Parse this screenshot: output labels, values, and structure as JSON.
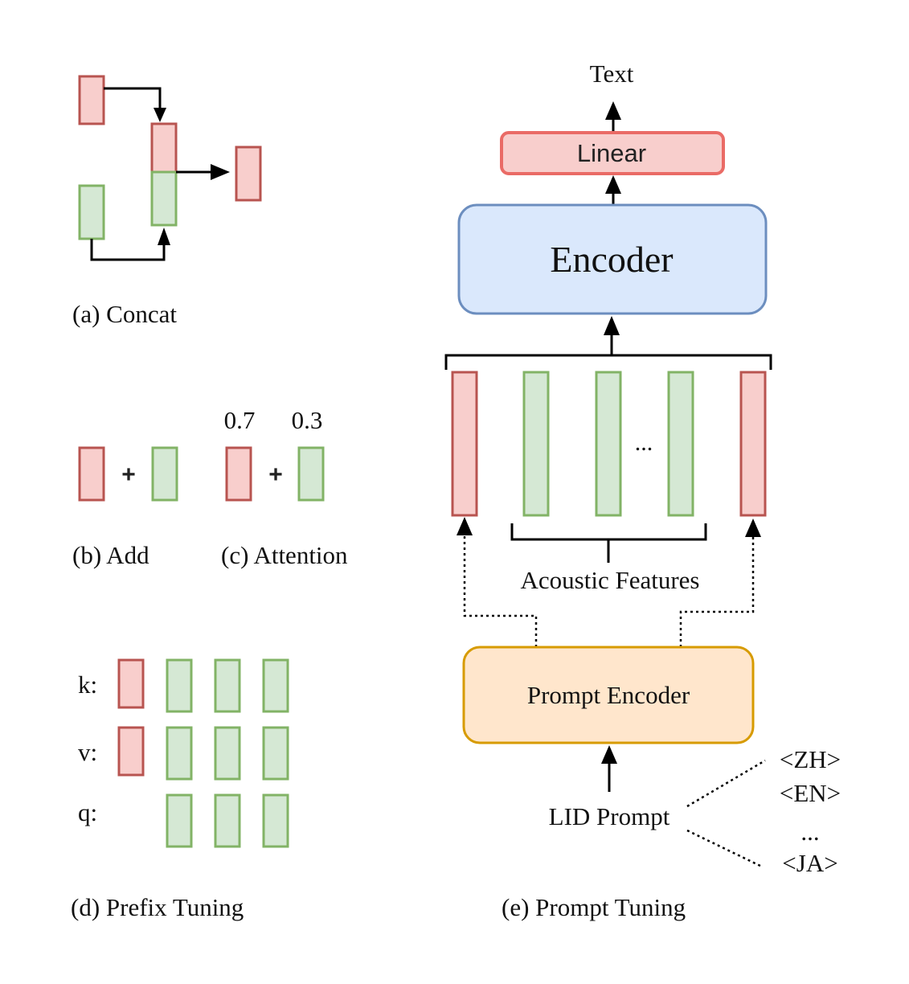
{
  "panel_a": {
    "caption": "(a) Concat"
  },
  "panel_b": {
    "operator": "+",
    "caption": "(b) Add"
  },
  "panel_c": {
    "weight_left": "0.7",
    "weight_right": "0.3",
    "operator": "+",
    "caption": "(c) Attention"
  },
  "panel_d": {
    "row_k": "k:",
    "row_v": "v:",
    "row_q": "q:",
    "caption": "(d) Prefix Tuning"
  },
  "panel_e": {
    "output": "Text",
    "linear": "Linear",
    "encoder": "Encoder",
    "ellipsis": "...",
    "acoustic": "Acoustic Features",
    "prompt_encoder": "Prompt Encoder",
    "lid_prompt": "LID Prompt",
    "languages": [
      "<ZH>",
      "<EN>",
      "...",
      "<JA>"
    ],
    "caption": "(e) Prompt Tuning"
  },
  "colors": {
    "prompt_fill": "#f8cecc",
    "prompt_stroke": "#b85450",
    "feature_fill": "#d5e8d4",
    "feature_stroke": "#82b366",
    "encoder_fill": "#dae8fc",
    "encoder_stroke": "#6c8ebf",
    "prompt_encoder_fill": "#ffe6cc",
    "prompt_encoder_stroke": "#d79b00",
    "linear_fill": "#f8cecc",
    "linear_stroke": "#ea6b66"
  }
}
